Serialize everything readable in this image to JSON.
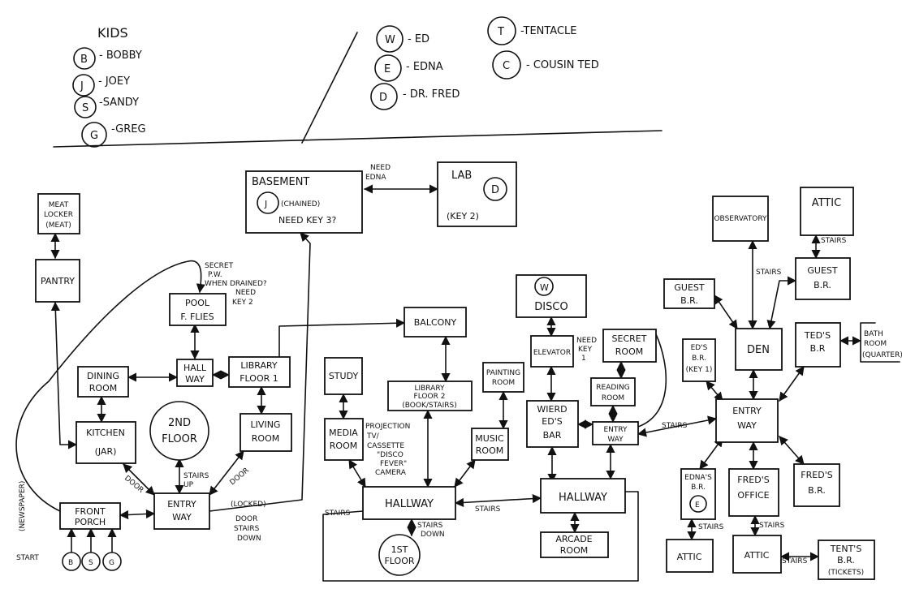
{
  "legend": {
    "kids_title": "KIDS",
    "kids": [
      {
        "letter": "B",
        "name": "- BOBBY"
      },
      {
        "letter": "J",
        "name": "- JOEY"
      },
      {
        "letter": "S",
        "name": "-SANDY"
      },
      {
        "letter": "G",
        "name": "-GREG"
      }
    ],
    "others": [
      {
        "letter": "W",
        "name": "- ED"
      },
      {
        "letter": "E",
        "name": "- EDNA"
      },
      {
        "letter": "D",
        "name": "- DR. FRED"
      },
      {
        "letter": "T",
        "name": "-TENTACLE"
      },
      {
        "letter": "C",
        "name": "- COUSIN TED"
      }
    ]
  },
  "rooms": {
    "meat_locker": [
      "MEAT",
      "LOCKER",
      "(MEAT)"
    ],
    "pantry": "PANTRY",
    "basement": {
      "title": "BASEMENT",
      "badge": "J",
      "note": "(CHAINED)",
      "note2": "NEED KEY 3?"
    },
    "lab": {
      "title": "LAB",
      "badge": "D",
      "note": "(KEY 2)"
    },
    "pool": [
      "POOL",
      "F. FLIES"
    ],
    "hall_way": [
      "HALL",
      "WAY"
    ],
    "dining_room": [
      "DINING",
      "ROOM"
    ],
    "library_floor1": [
      "LIBRARY",
      "FLOOR 1"
    ],
    "kitchen": [
      "KITCHEN",
      "(JAR)"
    ],
    "second_floor": [
      "2ND",
      "FLOOR"
    ],
    "living_room": [
      "LIVING",
      "ROOM"
    ],
    "front_porch": [
      "FRONT",
      "PORCH"
    ],
    "entry_way_1": [
      "ENTRY",
      "WAY"
    ],
    "study": "STUDY",
    "balcony": "BALCONY",
    "library_floor2": [
      "LIBRARY",
      "FLOOR 2",
      "(BOOK/STAIRS)"
    ],
    "painting_room": [
      "PAINTING",
      "ROOM"
    ],
    "media_room": [
      "MEDIA",
      "ROOM"
    ],
    "music_room": [
      "MUSIC",
      "ROOM"
    ],
    "hallway_2": "HALLWAY",
    "first_floor": [
      "1ST",
      "FLOOR"
    ],
    "disco": {
      "badge": "W",
      "title": "DISCO"
    },
    "elevator": "ELEVATOR",
    "secret_room": [
      "SECRET",
      "ROOM"
    ],
    "reading_room": [
      "READING",
      "ROOM"
    ],
    "wierd_eds_bar": [
      "WIERD",
      "ED'S",
      "BAR"
    ],
    "entry_way_3": [
      "ENTRY",
      "WAY"
    ],
    "hallway_3": "HALLWAY",
    "arcade_room": [
      "ARCADE",
      "ROOM"
    ],
    "observatory": "OBSERVATORY",
    "attic_top": "ATTIC",
    "guest_br_right": [
      "GUEST",
      "B.R."
    ],
    "guest_br_left": [
      "GUEST",
      "B.R."
    ],
    "den": "DEN",
    "eds_br": [
      "ED'S",
      "B.R.",
      "(KEY 1)"
    ],
    "teds_br": [
      "TED'S",
      "B.R"
    ],
    "bath_room": [
      "BATH",
      "ROOM",
      "(QUARTER)"
    ],
    "entry_way_4": [
      "ENTRY",
      "WAY"
    ],
    "ednas_br": {
      "lines": [
        "EDNA'S",
        "B.R."
      ],
      "badge": "E"
    },
    "freds_office": [
      "FRED'S",
      "OFFICE"
    ],
    "freds_br": [
      "FRED'S",
      "B.R."
    ],
    "attic_left": "ATTIC",
    "attic_mid": "ATTIC",
    "tents_br": [
      "TENT'S",
      "B.R.",
      "(TICKETS)"
    ]
  },
  "labels": {
    "need_edna": [
      "NEED",
      "EDNA"
    ],
    "secret_pw": [
      "SECRET",
      "P.W.",
      "WHEN DRAINED?"
    ],
    "need_key2": [
      "NEED",
      "KEY 2"
    ],
    "newspaper": "(NEWSPAPER)",
    "start": "START",
    "start_badges": [
      "B",
      "S",
      "G"
    ],
    "door_left": "DOOR",
    "door_right": "DOOR",
    "stairs_up": [
      "STAIRS",
      "UP"
    ],
    "locked": "(LOCKED)",
    "door_stairs_down": [
      "DOOR",
      "STAIRS",
      "DOWN"
    ],
    "projection": [
      "PROJECTION",
      "TV/",
      "CASSETTE",
      "\"DISCO",
      "FEVER\"",
      "CAMERA"
    ],
    "stairs_hall_left": "STAIRS",
    "stairs_down_1st": [
      "STAIRS",
      "DOWN"
    ],
    "stairs_mid": "STAIRS",
    "need_key1": [
      "NEED",
      "KEY",
      "1"
    ],
    "stairs_entry": "STAIRS",
    "stairs_den": "STAIRS",
    "stairs_attic": "STAIRS",
    "stairs_edna": "STAIRS",
    "stairs_fred": "STAIRS",
    "stairs_tent": "STAIRS"
  }
}
